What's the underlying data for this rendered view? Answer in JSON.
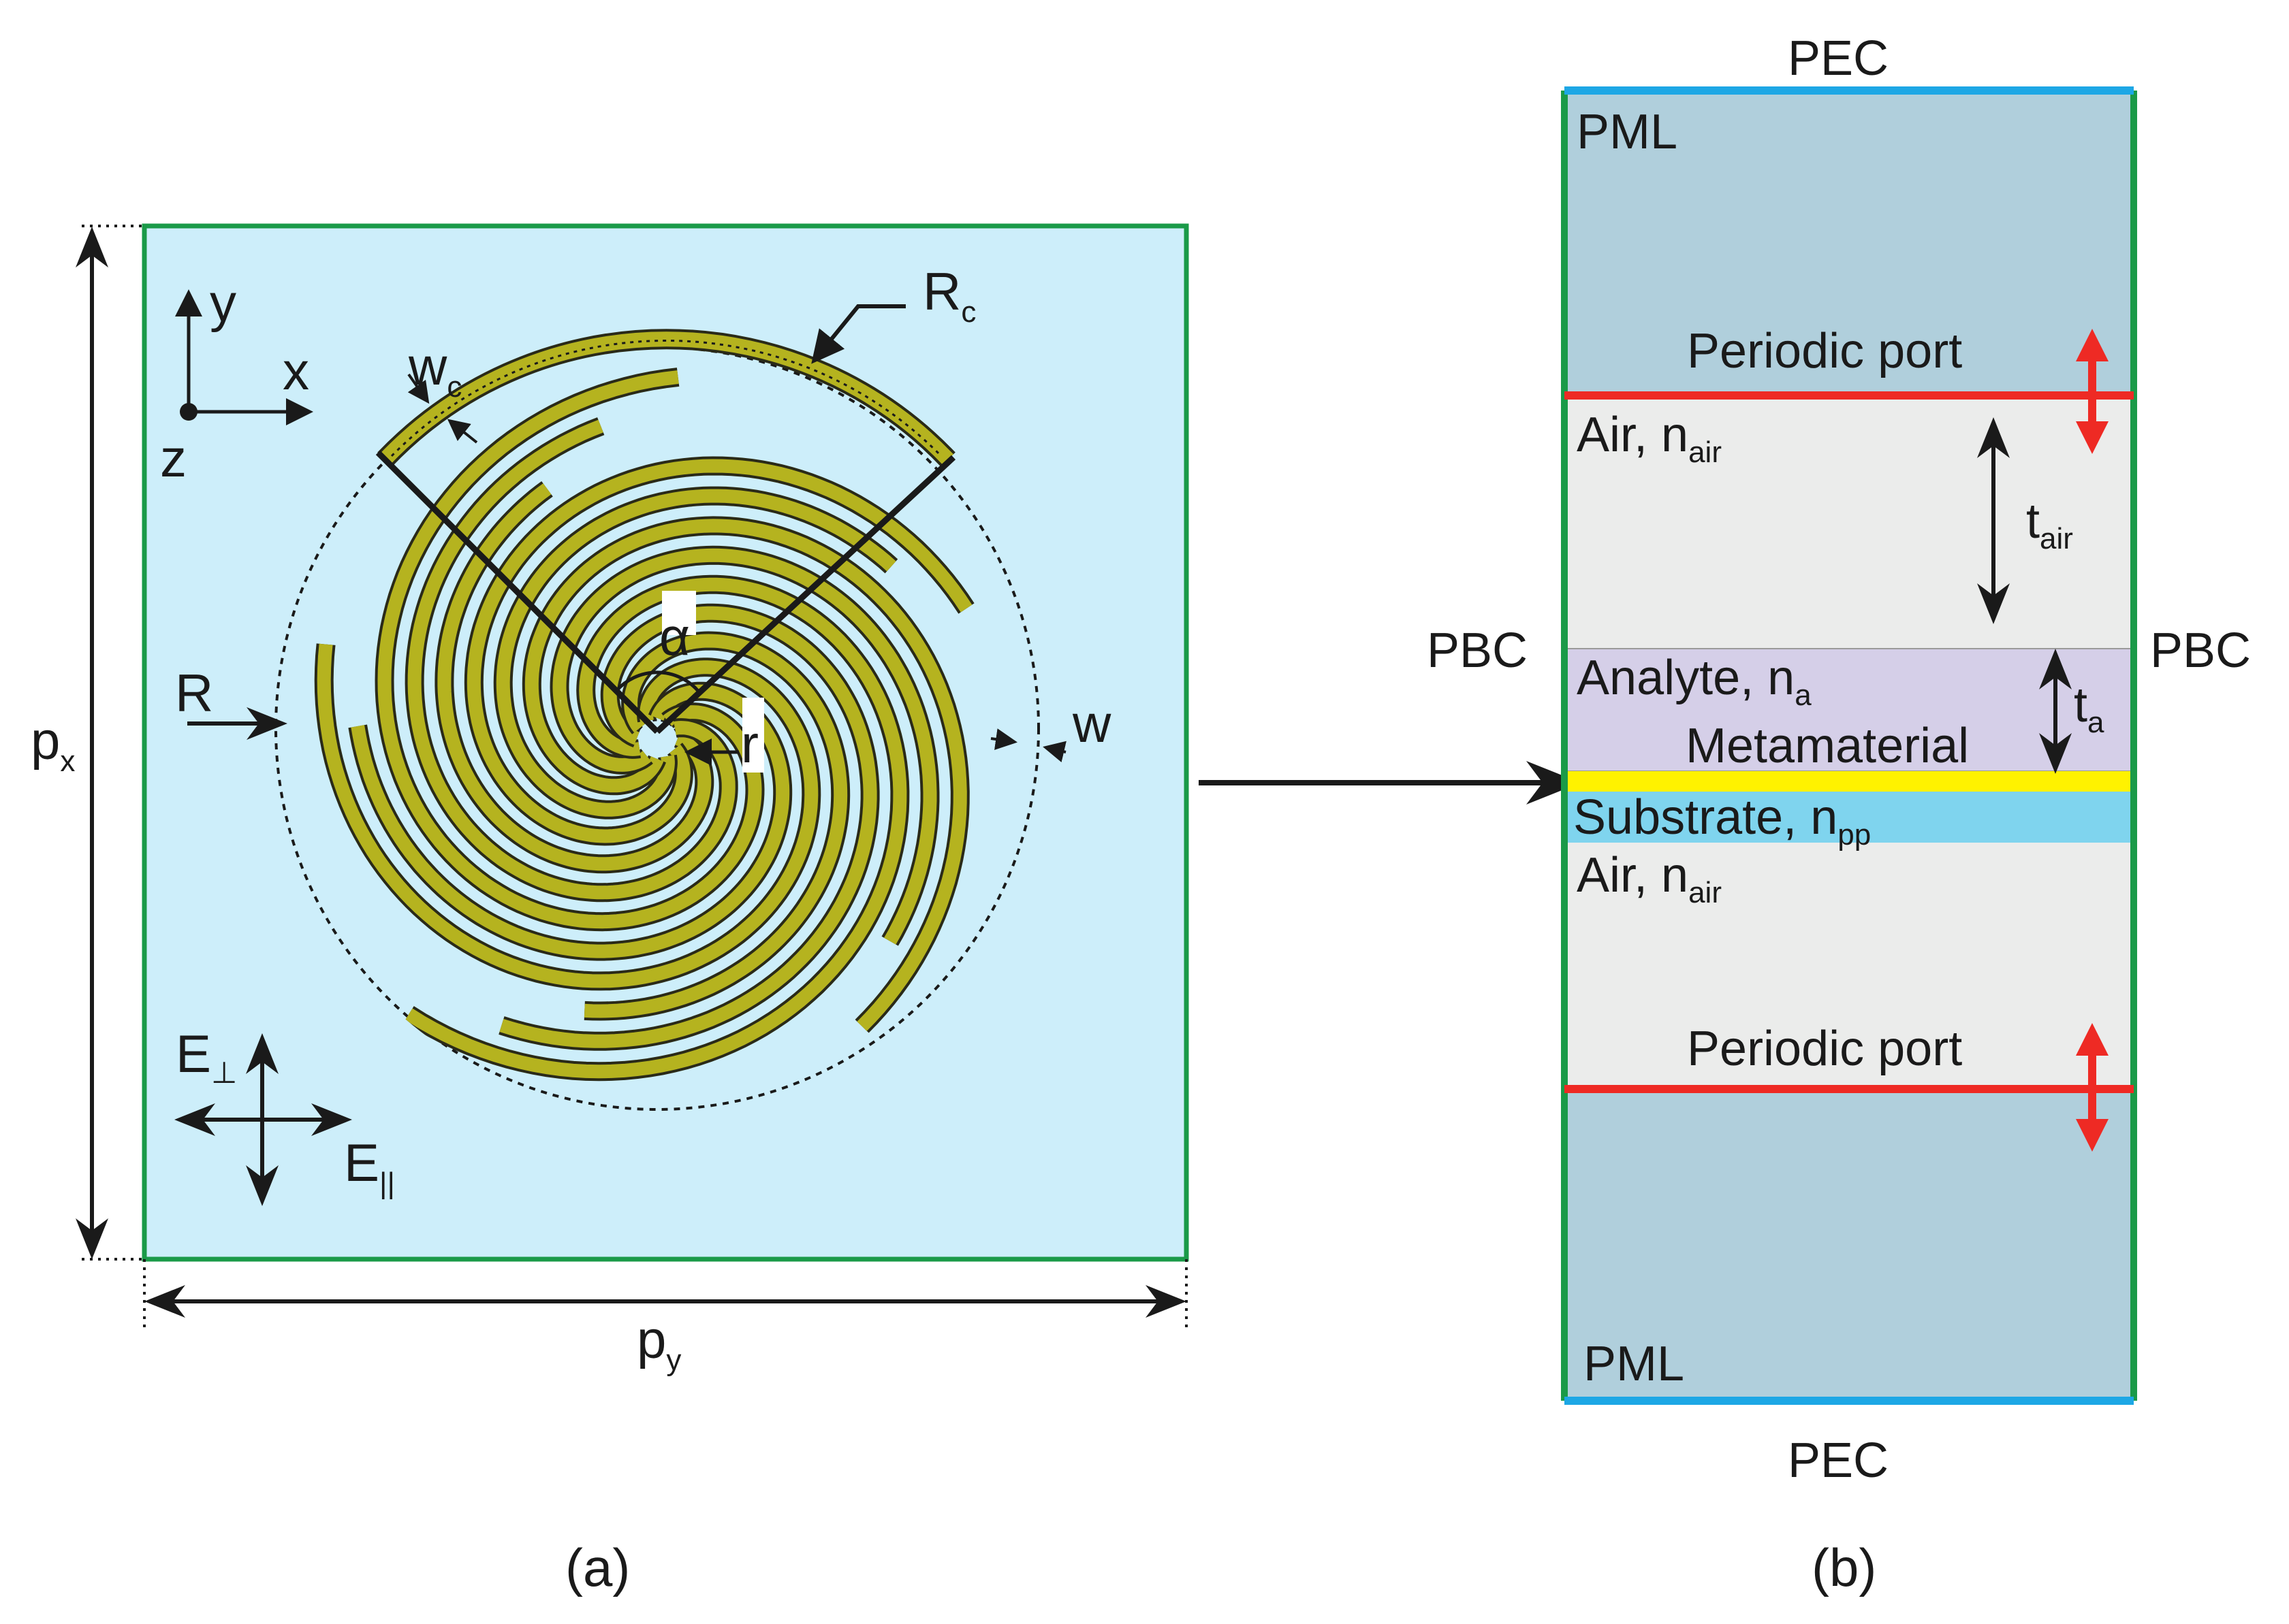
{
  "panel_a": {
    "caption": "(a)",
    "axis_y": "y",
    "axis_x": "x",
    "axis_z": "z",
    "label_Rc": "R",
    "label_Rc_sub": "c",
    "label_wc": "w",
    "label_wc_sub": "c",
    "label_R": "R",
    "label_w": "w",
    "label_r": "r",
    "label_alpha": "α",
    "label_px": "p",
    "label_px_sub": "x",
    "label_py": "p",
    "label_py_sub": "y",
    "label_Eperp": "E",
    "label_Eperp_sub": "⊥",
    "label_Epar": "E",
    "label_Epar_sub": "||"
  },
  "panel_b": {
    "caption": "(b)",
    "pec_top": "PEC",
    "pec_bottom": "PEC",
    "pml_top": "PML",
    "pml_bottom": "PML",
    "pbc_left": "PBC",
    "pbc_right": "PBC",
    "port_top": "Periodic port",
    "port_bottom": "Periodic port",
    "air_top": "Air, n",
    "air_top_sub": "air",
    "t_air": "t",
    "t_air_sub": "air",
    "analyte": "Analyte, n",
    "analyte_sub": "a",
    "t_a": "t",
    "t_a_sub": "a",
    "metamaterial": "Metamaterial",
    "substrate": "Substrate, n",
    "substrate_sub": "pp",
    "air_bottom": "Air, n",
    "air_bottom_sub": "air"
  },
  "colors": {
    "cell_fill": "#cdeefa",
    "cell_border": "#1a9a48",
    "spiral_fill": "#b5b31f",
    "spiral_stroke": "#2a2a18",
    "pml_fill": "#b0cfdc",
    "air_fill": "#ebeceb",
    "analyte_fill": "#d5cfe8",
    "metal_fill": "#fff200",
    "substrate_fill": "#7fd4ee",
    "pec_line": "#1da7e5",
    "port_line": "#ee2a24",
    "arrow": "#1a1a1a"
  }
}
